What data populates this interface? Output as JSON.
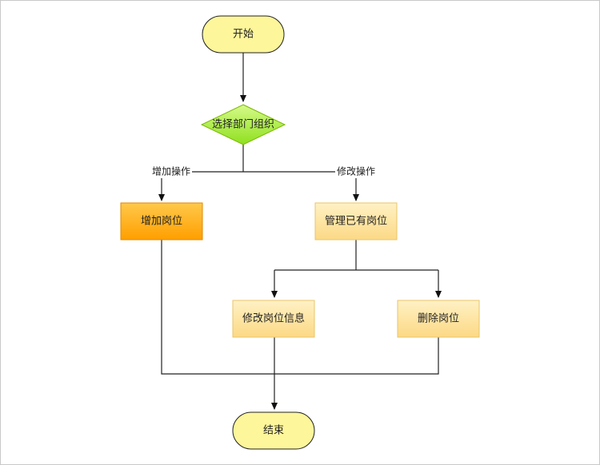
{
  "nodes": {
    "start": "开始",
    "select_org": "选择部门组织",
    "add_post": "增加岗位",
    "manage_post": "管理已有岗位",
    "edit_post": "修改岗位信息",
    "delete_post": "删除岗位",
    "end": "结束"
  },
  "edges": {
    "add_op": "增加操作",
    "edit_op": "修改操作"
  },
  "colors": {
    "terminator_fill": "#fef69a",
    "decision_fill": "#aef03c",
    "add_fill": "#ffa500",
    "process_fill": "#fde7a0"
  }
}
